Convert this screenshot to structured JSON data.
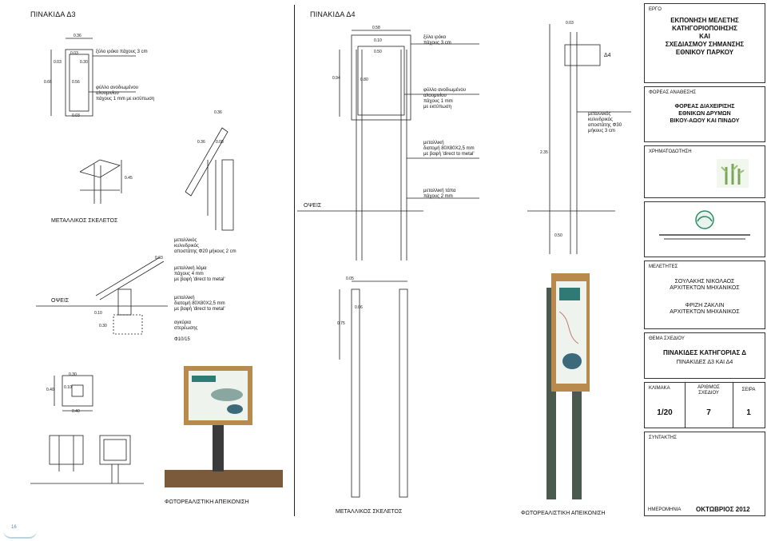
{
  "left_sheet": {
    "title": "ΠΙΝΑΚΙΔΑ Δ3",
    "dims_front": [
      "0.36",
      "0.03",
      "0.30",
      "0.03",
      "0.66",
      "0.56",
      "0.03"
    ],
    "note_wood": "ξύλο ιρόκο πάχους 3 cm",
    "note_panel": "φύλλο ανοδιωμένου\nαλουμινίου\nπάχους 1 mm με εκτύπωση",
    "dims_skeleton": [
      "0.36",
      "0.36",
      "0.08",
      "0.45"
    ],
    "caption_skeleton": "ΜΕΤΑΛΛΙΚΟΣ ΣΚΕΛΕΤΟΣ",
    "note_cyl": "μεταλλικός\nκυλινδρικός\nαποστάτης Φ20 μήκους 2 cm",
    "note_plate": "μεταλλική λάμα\nπάχους 4 mm\nμε βαφή 'direct to metal'",
    "note_section": "μεταλλική\nδιατομή 80Χ80Χ2,5 mm\nμε βαφή 'direct to metal'",
    "note_anchor": "αγκύρια\nστερέωσης",
    "note_rebar": "Φ10/15",
    "ground_label": "ΟΨΕΙΣ",
    "dims_side": [
      "0.03",
      "0.10",
      "0.30"
    ],
    "dims_plan": [
      "0.30",
      "0.40",
      "0.10",
      "0.40"
    ],
    "caption_photo": "ΦΩΤΟΡΕΑΛΙΣΤΙΚΗ ΑΠΕΙΚΟΝΙΣΗ"
  },
  "right_sheet": {
    "title": "ΠΙΝΑΚΙΔΑ Δ4",
    "dims_front": [
      "0.58",
      "0.10",
      "0.50",
      "0.94",
      "0.80"
    ],
    "note_wood": "ξύλο ιρόκο\nπάχους 3 cm",
    "note_panel": "φύλλο ανοδιωμένου\nαλουμινίου\nπάχους 1 mm\nμε εκτύπωση",
    "note_section": "μεταλλική\nδιατομή 80Χ80Χ2,5 mm\nμε βαφή 'direct to metal'",
    "note_plate": "μεταλλική τάπα\nπάχους 2 mm",
    "ground_label": "ΟΨΕΙΣ",
    "dims_side": [
      "0.03",
      "2.35",
      "0.50"
    ],
    "side_label": "Δ4",
    "note_cyl": "μεταλλικός\nκυλινδρικός\nαποστάτης Φ30\nμήκους 3 cm",
    "dims_skeleton": [
      "0.05",
      "0.06",
      "0.75"
    ],
    "caption_skeleton": "ΜΕΤΑΛΛΙΚΟΣ ΣΚΕΛΕΤΟΣ",
    "caption_photo": "ΦΩΤΟΡΕΑΛΙΣΤΙΚΗ ΑΠΕΙΚΟΝΙΣΗ"
  },
  "title_block": {
    "project_label": "ΕΡΓΟ",
    "project_name": "ΕΚΠΟΝΗΣΗ ΜΕΛΕΤΗΣ\nΚΑΤΗΓΟΡΙΟΠΟΙΗΣΗΣ\nΚΑΙ\nΣΧΕΔΙΑΣΜΟΥ ΣΗΜΑΝΣΗΣ\nΕΘΝΙΚΟΥ ΠΑΡΚΟΥ",
    "authority_label": "ΦΟΡΕΑΣ ΑΝΑΘΕΣΗΣ",
    "authority_name": "ΦΟΡΕΑΣ ΔΙΑΧΕΙΡΙΣΗΣ\nΕΘΝΙΚΩΝ ΔΡΥΜΩΝ\nΒΙΚΟΥ-ΑΩΟΥ ΚΑΙ ΠΙΝΔΟΥ",
    "funding_label": "ΧΡΗΜΑΤΟΔΟΤΗΣΗ",
    "designers_label": "ΜΕΛΕΤΗΤΕΣ",
    "designer1": "ΣΟΥΛΑΚΗΣ ΝΙΚΟΛΑΟΣ\nΑΡΧΙΤΕΚΤΩΝ ΜΗΧΑΝΙΚΟΣ",
    "designer2": "ΦΡΙΖΗ ΖΑΚΛΙΝ\nΑΡΧΙΤΕΚΤΩΝ ΜΗΧΑΝΙΚΟΣ",
    "subject_label": "ΘΕΜΑ ΣΧΕΔΙΟΥ",
    "subject_title": "ΠΙΝΑΚΙΔΕΣ ΚΑΤΗΓΟΡΙΑΣ Δ",
    "subject_sub": "ΠΙΝΑΚΙΔΕΣ Δ3 ΚΑΙ Δ4",
    "scale_label": "ΚΛΙΜΑΚΑ",
    "scale_value": "1/20",
    "number_label": "ΑΡΙΘΜΟΣ\nΣΧΕΔΙΟΥ",
    "number_value": "7",
    "series_label": "ΣΕΙΡΑ",
    "series_value": "1",
    "author_label": "ΣΥΝΤΑΚΤΗΣ",
    "date_label": "ΗΜΕΡΟΜΗΝΙΑ",
    "date_value": "ΟΚΤΩΒΡΙΟΣ 2012"
  },
  "page_number": "16",
  "colors": {
    "wood": "#b98a4e",
    "post": "#4a5a4e",
    "ground": "#7a5a3a",
    "line": "#222222"
  }
}
